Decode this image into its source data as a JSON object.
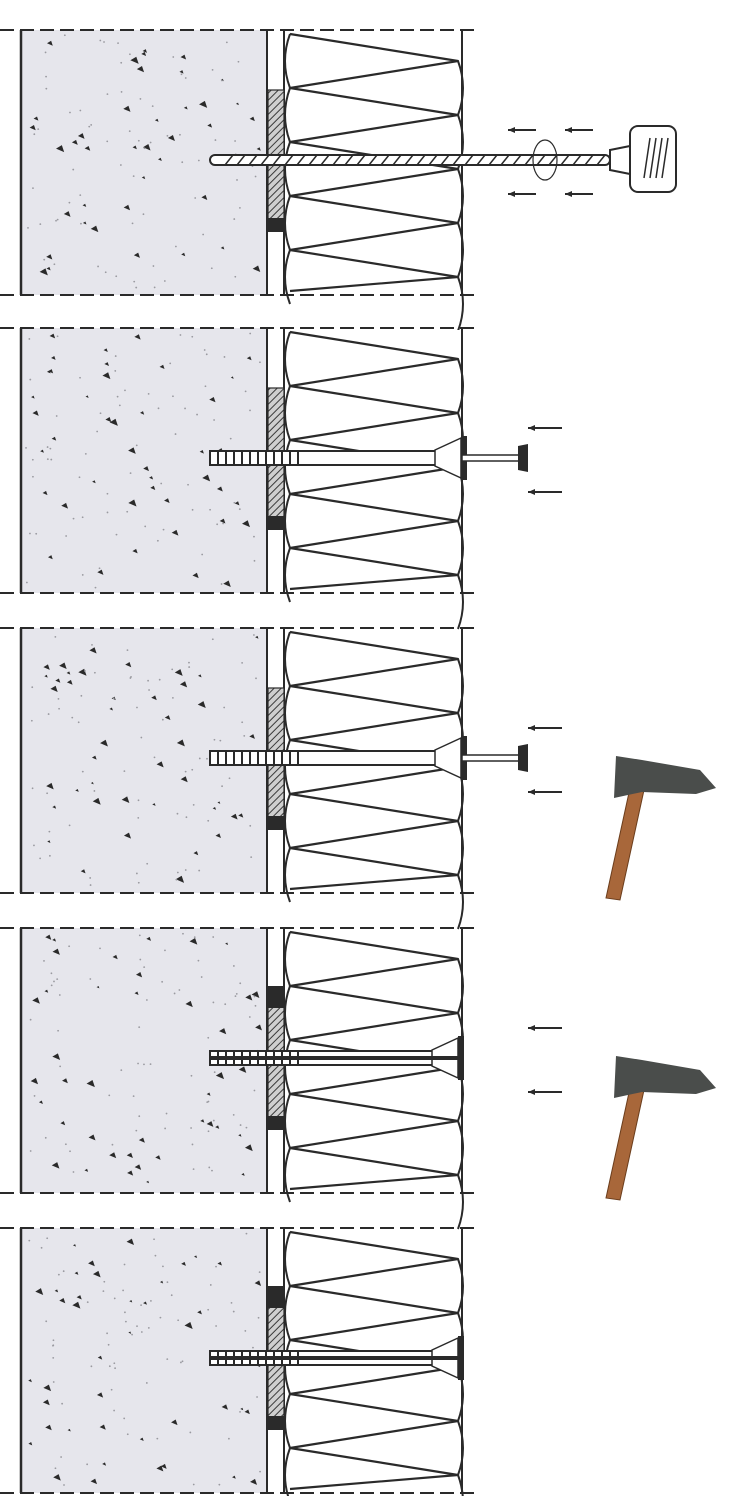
{
  "diagram": {
    "steps": [
      {
        "tool": "drill-bit",
        "fastener": "none",
        "hand_tool": "none"
      },
      {
        "tool": "none",
        "fastener": "anchor-with-nail-protruding",
        "hand_tool": "none"
      },
      {
        "tool": "none",
        "fastener": "anchor-with-nail-protruding",
        "hand_tool": "hammer"
      },
      {
        "tool": "none",
        "fastener": "anchor-nail-driven",
        "hand_tool": "hammer"
      },
      {
        "tool": "none",
        "fastener": "anchor-installed",
        "hand_tool": "none"
      }
    ],
    "colors": {
      "concrete": "#e6e6ec",
      "concrete_speck": "#2a2a2a",
      "insulation_fill": "#ffffff",
      "line": "#2a2a2a",
      "hammer_head": "#4a4d4b",
      "hammer_handle": "#a8673a"
    },
    "icons": [
      "drill-icon",
      "hammer-icon",
      "arrow-icon"
    ]
  }
}
